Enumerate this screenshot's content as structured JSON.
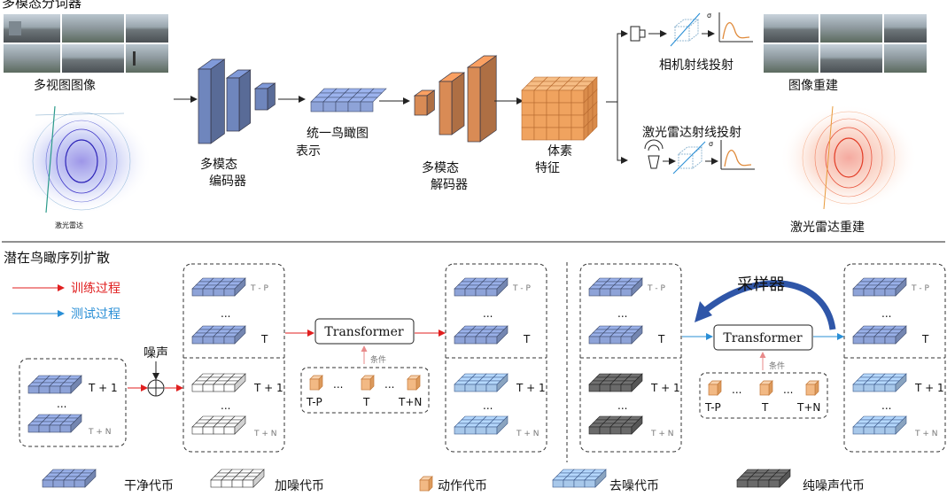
{
  "top": {
    "title": "多模态分词器",
    "multiview_label": "多视图图像",
    "lidar_small_label": "激光雷达",
    "encoder_line1": "多模态",
    "encoder_line2": "编码器",
    "bev_line1": "统一鸟瞰图",
    "bev_line2": "表示",
    "decoder_line1": "多模态",
    "decoder_line2": "解码器",
    "voxel_line1": "体素",
    "voxel_line2": "特征",
    "camera_ray": "相机射线投射",
    "lidar_ray": "激光雷达射线投射",
    "image_recon": "图像重建",
    "lidar_recon": "激光雷达重建",
    "sigma": "σ"
  },
  "bottom": {
    "title": "潜在鸟瞰序列扩散",
    "train_legend": "训练过程",
    "test_legend": "测试过程",
    "noise": "噪声",
    "condition": "条件",
    "transformer": "Transformer",
    "sampler": "采样器",
    "dots": "...",
    "t_minus_p": "T - P",
    "t": "T",
    "t_plus_1": "T + 1",
    "t_plus_n": "T + N",
    "act_tp": "T-P",
    "act_t": "T",
    "act_tn": "T+N"
  },
  "legend": {
    "clean": "干净代币",
    "noisy": "加噪代币",
    "action": "动作代币",
    "denoised": "去噪代币",
    "pure_noise": "纯噪声代币"
  },
  "colors": {
    "encoder": "#6f86bd",
    "decoder": "#d98b55",
    "clean_token": "#8ea3d8",
    "denoised_token": "#a8c8ea",
    "noisy_token": "#ffffff",
    "pure_noise_token": "#6a6a6a",
    "action_token": "#f2b984",
    "train_arrow": "#e01f1f",
    "test_arrow": "#2a8fd6",
    "sampler_arrow": "#2f56a8"
  }
}
